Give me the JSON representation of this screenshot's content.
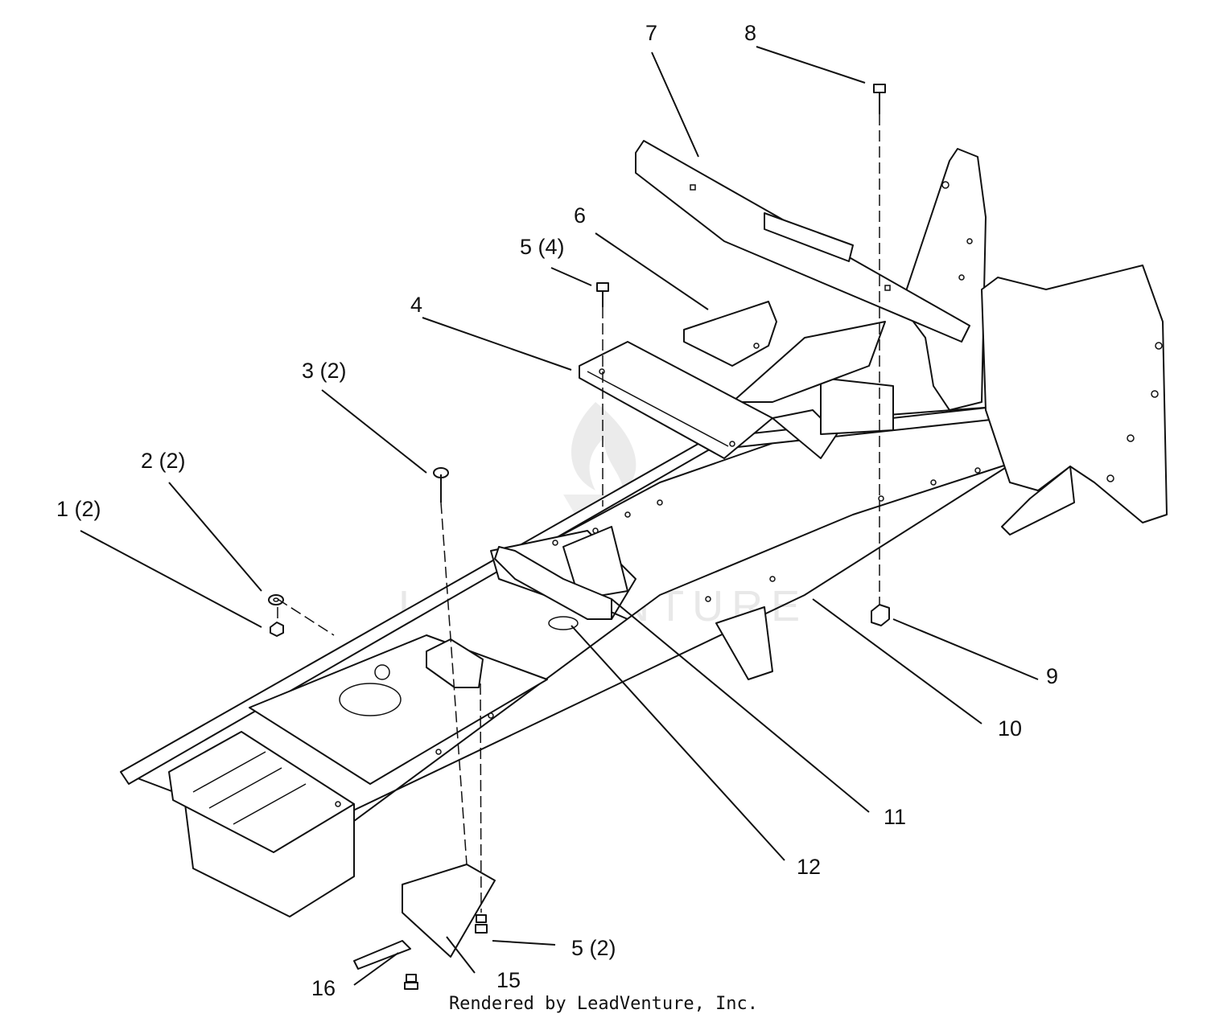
{
  "diagram": {
    "callouts": [
      {
        "id": "c1",
        "label": "1 (2)"
      },
      {
        "id": "c2",
        "label": "2 (2)"
      },
      {
        "id": "c3",
        "label": "3 (2)"
      },
      {
        "id": "c4",
        "label": "4"
      },
      {
        "id": "c5a",
        "label": "5 (4)"
      },
      {
        "id": "c6",
        "label": "6"
      },
      {
        "id": "c7",
        "label": "7"
      },
      {
        "id": "c8",
        "label": "8"
      },
      {
        "id": "c9",
        "label": "9"
      },
      {
        "id": "c10",
        "label": "10"
      },
      {
        "id": "c11",
        "label": "11"
      },
      {
        "id": "c12",
        "label": "12"
      },
      {
        "id": "c15",
        "label": "15"
      },
      {
        "id": "c5b",
        "label": "5 (2)"
      },
      {
        "id": "c16",
        "label": "16"
      }
    ],
    "watermark": "LEADVENTURE",
    "footer": "Rendered by LeadVenture, Inc."
  }
}
